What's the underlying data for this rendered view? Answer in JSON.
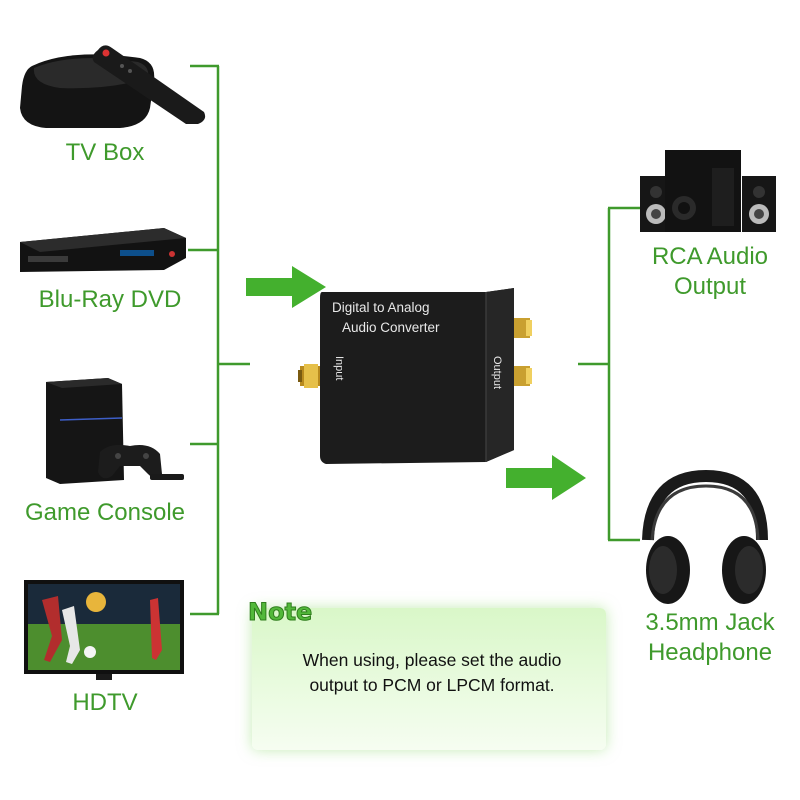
{
  "sources": {
    "tv_box": "TV Box",
    "blu_ray": "Blu-Ray DVD",
    "game_console": "Game Console",
    "hdtv": "HDTV"
  },
  "outputs": {
    "rca_line1": "RCA Audio",
    "rca_line2": "Output",
    "headphone_line1": "3.5mm Jack",
    "headphone_line2": "Headphone"
  },
  "device": {
    "title_line1": "Digital  to Analog",
    "title_line2": "Audio Converter",
    "input_label": "Input",
    "output_label": "Output"
  },
  "note": {
    "title": "Note",
    "line1": "When using, please set the audio",
    "line2": "output to PCM or LPCM format."
  },
  "colors": {
    "accent_green": "#3f9a2c",
    "arrow_green": "#44b02e",
    "device_black": "#1c1c1c"
  }
}
